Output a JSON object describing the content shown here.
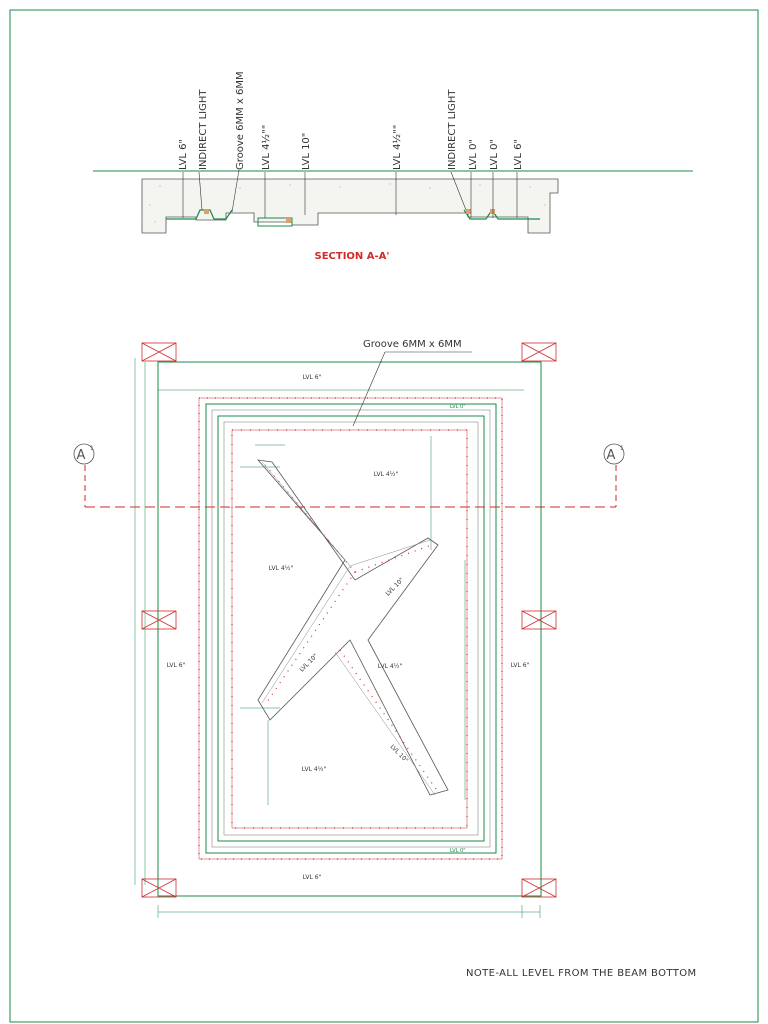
{
  "section": {
    "title": "SECTION A-A'",
    "labels": [
      "LVL 6\"",
      "INDIRECT LIGHT",
      "Groove 6MM x 6MM",
      "LVL 4½\"\"",
      "LVL 10\"",
      "LVL 4½\"\"",
      "INDIRECT LIGHT",
      "LVL 0\"",
      "LVL 0\"",
      "LVL 6\""
    ]
  },
  "plan": {
    "groove_label": "Groove 6MM x 6MM",
    "section_marker": "A",
    "section_marker_sub": "1",
    "lvl_top": "LVL 6\"",
    "lvl_bottom": "LVL 6\"",
    "lvl_left": "LVL 6\"",
    "lvl_right": "LVL 6\"",
    "lvl_inner_1": "LVL 4½\"",
    "lvl_inner_2": "LVL 4½\"",
    "lvl_inner_3": "LVL 4½\"",
    "lvl_inner_4": "LVL 4½\"",
    "lvl_diag_1": "LVL 10\"",
    "lvl_diag_2": "LVL 10\"",
    "lvl_diag_3": "LVL 10\"",
    "lvl_zero": "LVL 0\""
  },
  "note": "NOTE-ALL LEVEL FROM THE BEAM BOTTOM",
  "colors": {
    "green": "#1a8a4a",
    "red": "#d12a2a",
    "dark": "#555555",
    "gray": "#888888"
  }
}
